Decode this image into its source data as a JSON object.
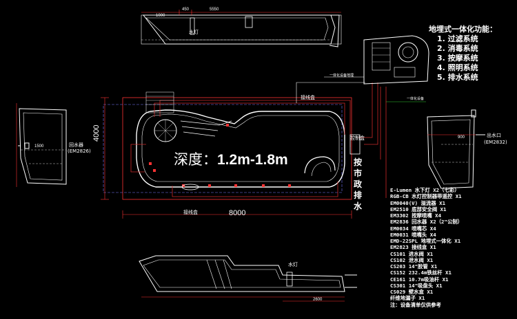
{
  "function_block": {
    "title": "地埋式一体化功能：",
    "items": [
      "1. 过滤系统",
      "2. 消毒系统",
      "3. 按摩系统",
      "4. 照明系统",
      "5. 排水系统"
    ]
  },
  "depth_label": {
    "prefix": "深度：",
    "value": "1.2m-1.8m"
  },
  "vertical_note": [
    "按",
    "市",
    "政",
    "排",
    "水"
  ],
  "dimensions": {
    "length": "8000",
    "width": "4000",
    "top_width": "5550",
    "top_left": "450",
    "top_small": "1000",
    "bottom_width": "2600",
    "left_small": "1500",
    "right_small": "900"
  },
  "tags": {
    "water_light_top": "水灯",
    "water_light_bottom": "水灯",
    "return_water_left": "回水器",
    "return_water_left_code": "(EM2826)",
    "drain_right": "出水口",
    "drain_right_code": "(EM2832)",
    "junction_top": "接线盒",
    "junction_bottom": "接线盒",
    "control_box": "控制盒",
    "top_note": "一体化设备地埋",
    "right_note": "一体化设备"
  },
  "equipment_list": [
    "E-Lumen 水下灯 X2（七彩）",
    "RGB-CB 水灯控制器带遥控 X1",
    "EM0040(V) 溢流器 X1",
    "EM2510 底部安全阀 X1",
    "EM3302 按摩喷嘴 X4",
    "EM2836 回水器 X2（2\"公制）",
    "EM0034 喷嘴芯 X4",
    "EM0031 喷嘴头 X4",
    "EMD-22SPL 地埋式一体化 X1",
    "EM2823 接线盒 X1",
    "CS101 进水阀 X1",
    "CS102 泄水阀 X1",
    "CS203 14\"胶管 X1",
    "CS152 232.4m铁丝杆 X1",
    "CE161 10.7m吸油杆 X1",
    "CS301 14\"吸盘头 X1",
    "CS029 壁水盒 X1",
    "纤维地漏子 X1",
    "注：设备清单仅供参考"
  ],
  "colors": {
    "background": "#000000",
    "line": "#ffffff",
    "dim": "#ff3333",
    "pipe": "#cc2a2a",
    "accent": "#33cc33"
  }
}
